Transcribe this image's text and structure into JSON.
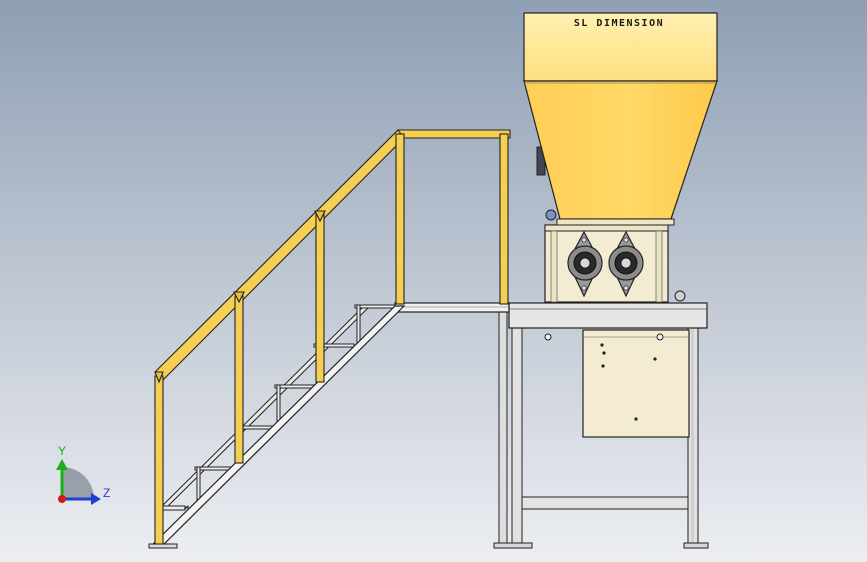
{
  "model": {
    "hopper_label": "SL DIMENSION"
  },
  "triad": {
    "y_label": "Y",
    "z_label": "Z"
  },
  "colors": {
    "handrail": "#f5cf52",
    "hopper": "#ffd25a",
    "body": "#f3ecd3",
    "frame": "#dcdcdc",
    "outline": "#1e1e1e",
    "axis_y": "#19b019",
    "axis_z": "#1f3fd0",
    "axis_x": "#d01a1a"
  }
}
